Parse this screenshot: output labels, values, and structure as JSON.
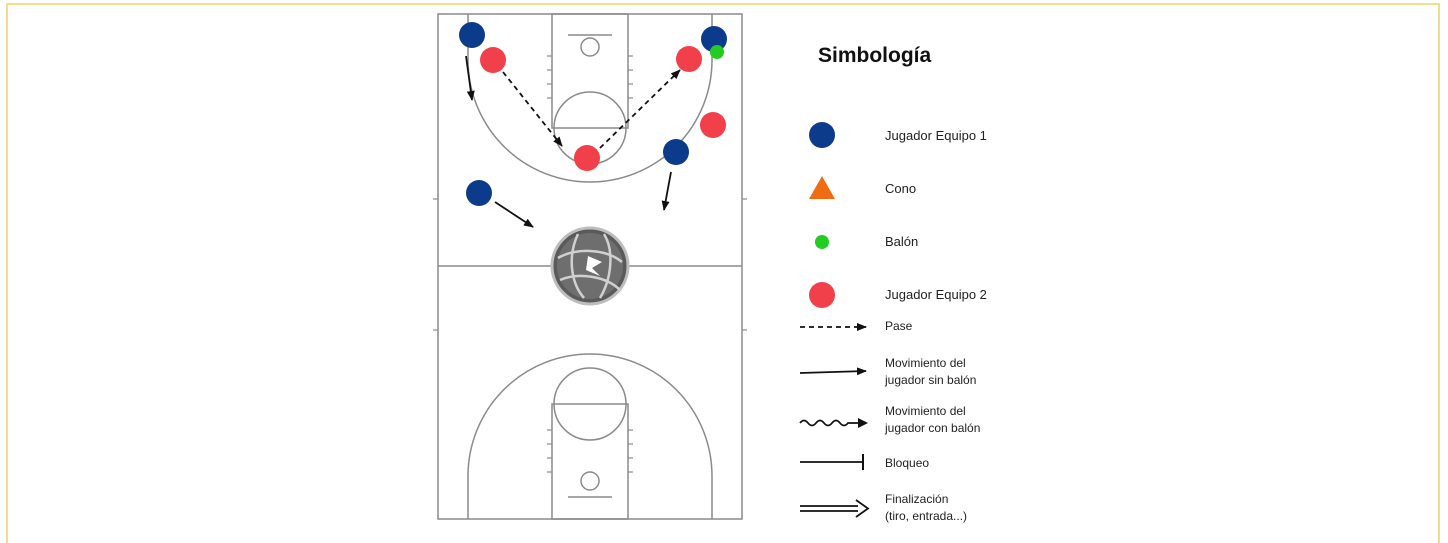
{
  "legend": {
    "title": "Simbología",
    "items": [
      {
        "key": "team1",
        "label": "Jugador Equipo 1"
      },
      {
        "key": "cone",
        "label": "Cono"
      },
      {
        "key": "ball",
        "label": "Balón"
      },
      {
        "key": "team2",
        "label": "Jugador Equipo 2"
      },
      {
        "key": "pass",
        "label": "Pase"
      },
      {
        "key": "move_no_ball",
        "label": "Movimiento del\njugador sin balón"
      },
      {
        "key": "move_ball",
        "label": "Movimiento del\njugador con balón"
      },
      {
        "key": "screen",
        "label": "Bloqueo"
      },
      {
        "key": "finish",
        "label": "Finalización\n(tiro, entrada...)"
      }
    ]
  },
  "colors": {
    "team1": "#0d3b8c",
    "team2": "#f2404a",
    "ball": "#22cc22",
    "cone": "#ef6c12",
    "court_line": "#8a8a8a",
    "frame": "#f3dc8a"
  },
  "icons": {
    "center_logo": "basketball-logo-icon"
  }
}
